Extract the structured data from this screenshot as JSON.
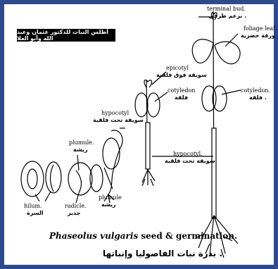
{
  "header": {
    "title_ar": "أطلس النبات للدكتور عثمان وعبد الله وأبو العلا"
  },
  "labels": {
    "terminal_bud_en": "terminal bud.",
    "terminal_bud_ar": "برعم طرفي .",
    "foliage_leaf_en": "foliage leaf.",
    "foliage_leaf_ar": "ورقة خضرية",
    "epicotyl_en": "epicotyl",
    "epicotyl_ar": "سويقة فوق فلقية",
    "cotyledon_left_en": "cotyledon",
    "cotyledon_left_ar": "فلقة",
    "cotyledon_right_en": "cotyledon.",
    "cotyledon_right_ar": "فلقة .",
    "hypocotyl_top_en": "hypocotyl",
    "hypocotyl_top_ar": "سويقة تحت فلقية",
    "plumule_top_en": "plumule.",
    "plumule_top_ar": "ريشة",
    "hypocotyl_mid_en": "hypocotyl.",
    "hypocotyl_mid_ar": "سويقة تحت فلقية",
    "hilum_en": "hilum.",
    "hilum_ar": "السرة",
    "radicle_en": "radicle.",
    "radicle_ar": "جذير",
    "plumule_bottom_en": "plumule",
    "plumule_bottom_ar": "ريشه"
  },
  "caption": {
    "species": "Phaseolus vulgaris",
    "rest": " seed & germination.",
    "arabic": "بذرة نبات الفاصوليا وإنباتها ."
  }
}
